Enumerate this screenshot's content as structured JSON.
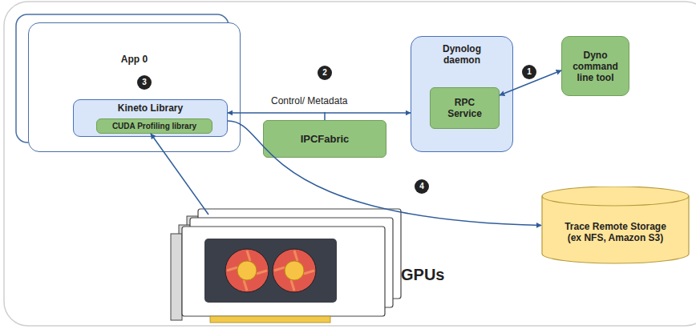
{
  "diagram": {
    "nodes": [
      {
        "text": [
          "App 0"
        ]
      },
      {
        "text": [
          "Kineto Library"
        ],
        "in": 0
      },
      {
        "text": [
          "CUDA Profiling library"
        ],
        "in": 1
      },
      {
        "text": [
          "IPCFabric"
        ]
      },
      {
        "text": [
          "Dynolog daemon"
        ]
      },
      {
        "text": [
          "RPC Service"
        ],
        "in": 4
      },
      {
        "text": [
          "Dyno command line tool"
        ]
      },
      {
        "text": [
          "Trace Remote Storage",
          "(ex NFS, Amazon S3)"
        ]
      },
      {
        "text": [
          "GPUs"
        ]
      }
    ],
    "edges": [
      {
        "from": 1,
        "to": 4,
        "label": "Control/ Metadata",
        "arrow": "both"
      },
      {
        "from": 5,
        "to": 6,
        "arrow": "both"
      },
      {
        "from": 1,
        "to": 7,
        "arrow": "to"
      },
      {
        "from": 8,
        "to": 2,
        "arrow": "to"
      }
    ],
    "labels": [
      "1",
      "2",
      "3",
      "4"
    ]
  }
}
